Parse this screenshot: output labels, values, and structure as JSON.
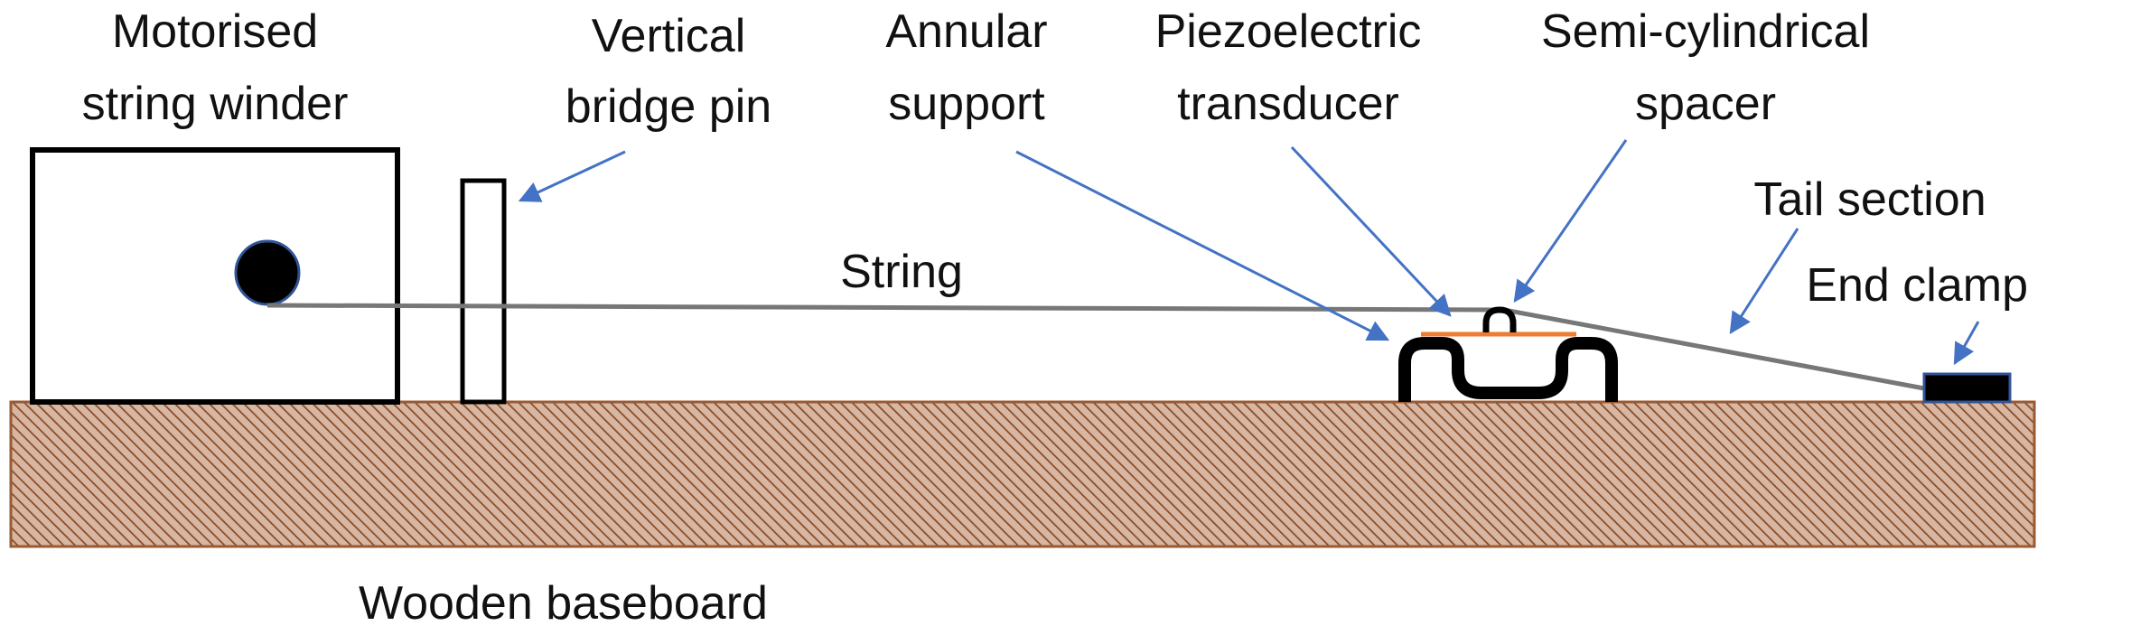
{
  "labels": {
    "winder_line1": "Motorised",
    "winder_line2": "string winder",
    "pin_line1": "Vertical",
    "pin_line2": "bridge pin",
    "annular_line1": "Annular",
    "annular_line2": "support",
    "piezo_line1": "Piezoelectric",
    "piezo_line2": "transducer",
    "spacer_line1": "Semi-cylindrical",
    "spacer_line2": "spacer",
    "tail": "Tail section",
    "string": "String",
    "end_clamp": "End clamp",
    "baseboard": "Wooden baseboard"
  },
  "colors": {
    "wood_fill": "#d7b7a3",
    "wood_hatch": "#8a4a24",
    "wood_border": "#9a5a32",
    "arrow": "#4472c4",
    "string": "#777777",
    "transducer": "#ed7d31",
    "outline": "#000000"
  }
}
